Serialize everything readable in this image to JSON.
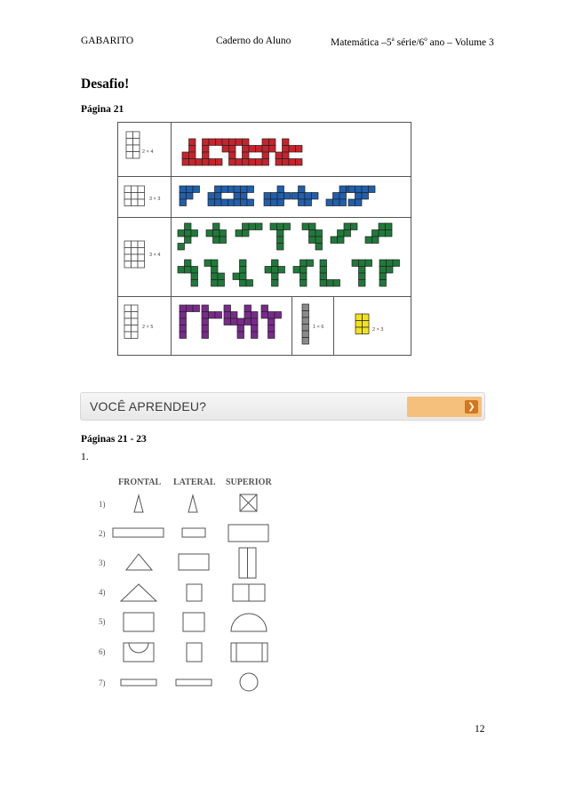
{
  "header": {
    "left": "GABARITO",
    "middle": "Caderno do Aluno",
    "right_pre": "Matemática –5",
    "right_sup1": "a",
    "right_mid": " série/6",
    "right_sup2": "o",
    "right_post": " ano – Volume 3"
  },
  "title": "Desafio!",
  "section1_label": "Página 21",
  "puzzle_table": {
    "rows": [
      {
        "grid_label": "2 × 4",
        "color": "#c8232c"
      },
      {
        "grid_label": "3 × 3",
        "color": "#1f5fae"
      },
      {
        "grid_label": "3 × 4",
        "color": "#1f7a3a"
      },
      {
        "grid_label": "2 × 5",
        "color": "#7a2a8c",
        "extra": [
          {
            "grid_label": "1 × 6",
            "color": "#8a8a8a"
          },
          {
            "grid_label": "2 × 3",
            "color": "#f2e21a"
          }
        ]
      }
    ]
  },
  "banner": {
    "text": "VOCÊ APRENDEU?",
    "button_icon": "chevron-right-icon",
    "accent": "#f4c07c"
  },
  "section2_label": "Páginas 21 - 23",
  "question": "1.",
  "views_table": {
    "headers": [
      "FRONTAL",
      "LATERAL",
      "SUPERIOR"
    ],
    "rows": [
      "1)",
      "2)",
      "3)",
      "4)",
      "5)",
      "6)",
      "7)"
    ]
  },
  "page_number": "12"
}
